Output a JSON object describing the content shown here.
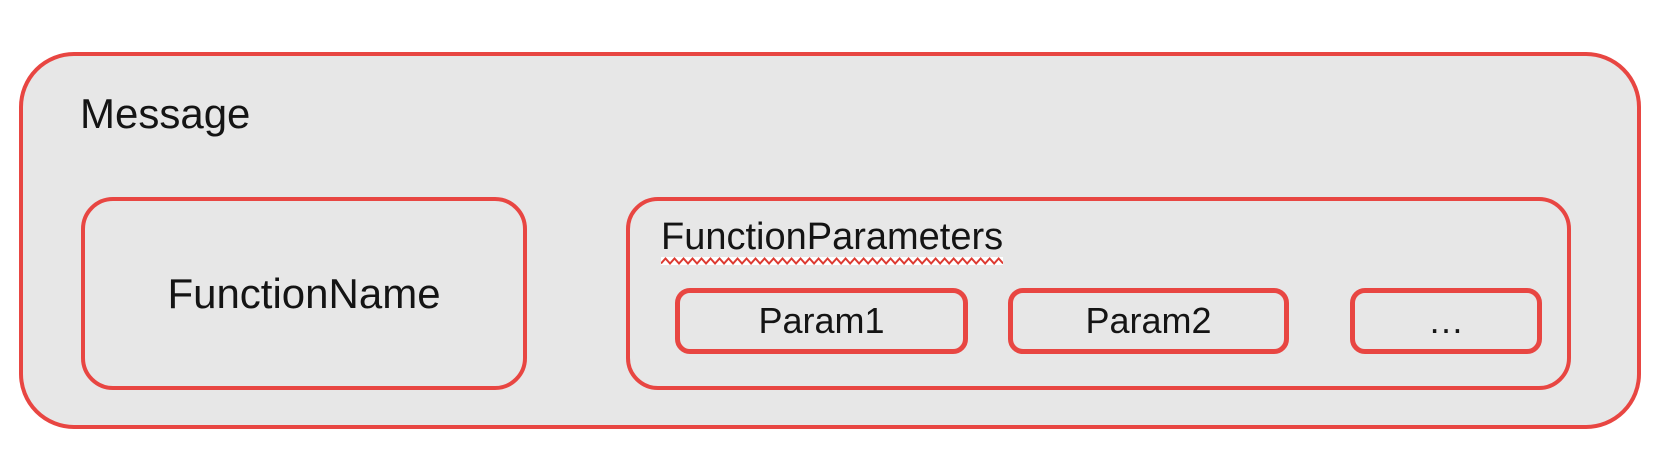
{
  "diagram": {
    "message": {
      "label": "Message"
    },
    "function_name": {
      "label": "FunctionName"
    },
    "function_parameters": {
      "label": "FunctionParameters",
      "params": [
        {
          "label": "Param1"
        },
        {
          "label": "Param2"
        },
        {
          "label": "…"
        }
      ]
    },
    "colors": {
      "box_border_red": "#e84642",
      "box_fill_gray": "#e7e7e7",
      "squiggle_red": "#dd3a31",
      "text_black": "#141414",
      "page_background": "#ffffff"
    }
  }
}
